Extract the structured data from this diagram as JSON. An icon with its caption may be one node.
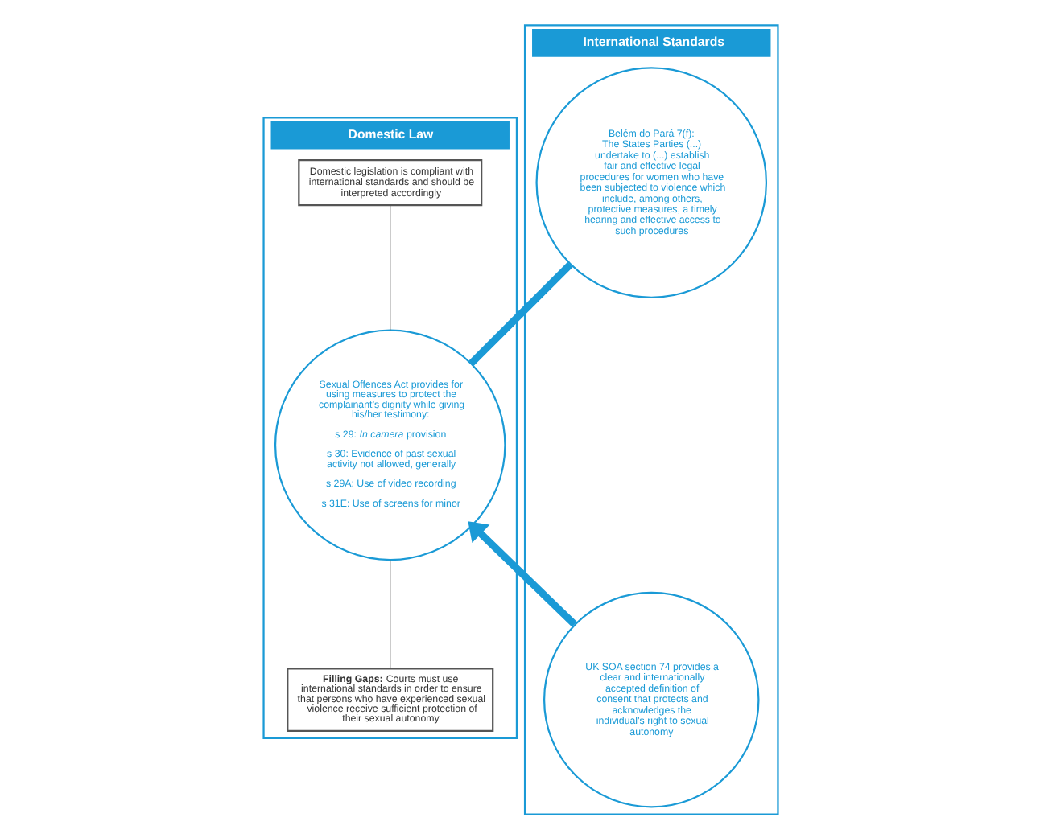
{
  "diagram": {
    "nodes": [
      {
        "text": [
          "Domestic Law"
        ]
      },
      {
        "text": [
          "International Standards"
        ]
      },
      {
        "text": [
          "Domestic legislation is compliant with international standards and should be interpreted accordingly"
        ],
        "in": 0
      },
      {
        "text": [
          "Belém do Pará 7(f):",
          "The States Parties (...) undertake to (...) establish fair and effective legal procedures for women who have been subjected to violence which include, among others, protective measures, a timely hearing and effective access to such procedures"
        ],
        "in": 1
      },
      {
        "text": [
          "Sexual Offences Act provides for using measures to protect the complainant’s dignity while giving his/her testimony:",
          "s 29: *In camera* provision",
          "s 30: Evidence of past sexual activity not allowed, generally",
          "s 29A: Use of video recording",
          "s 31E: Use of screens for minor"
        ],
        "in": 0
      },
      {
        "text": [
          "UK SOA section 74 provides a clear and internationally accepted definition of consent that protects and acknowledges the individual’s right to sexual autonomy"
        ],
        "in": 1
      },
      {
        "text": [
          "**Filling Gaps:** Courts must use international standards in order to ensure that persons who have experienced sexual violence receive sufficient protection of their sexual autonomy"
        ],
        "in": 0
      }
    ],
    "edges": [
      {
        "from": 2,
        "to": 4,
        "arrow": "none"
      },
      {
        "from": 6,
        "to": 4,
        "arrow": "none"
      },
      {
        "from": 4,
        "to": 3,
        "arrow": "none",
        "style": "thick",
        "color": "#1a9ad6"
      },
      {
        "from": 5,
        "to": 4,
        "arrow": "to",
        "style": "thick",
        "color": "#1a9ad6"
      }
    ]
  }
}
